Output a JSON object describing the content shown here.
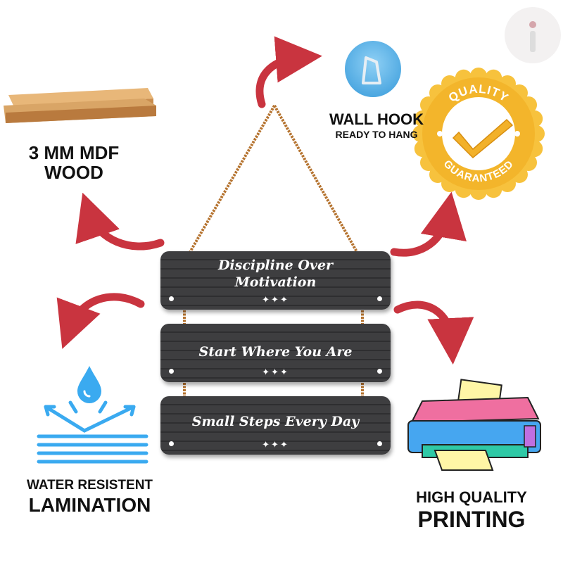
{
  "features": {
    "wood": {
      "line1": "3 MM MDF",
      "line2": "WOOD"
    },
    "hook": {
      "title": "WALL HOOK",
      "subtitle": "READY TO HANG"
    },
    "badge": {
      "top": "QUALITY",
      "bottom": "GUARANTEED"
    },
    "lamination": {
      "line1": "WATER RESISTENT",
      "line2": "LAMINATION"
    },
    "printing": {
      "line1": "HIGH QUALITY",
      "line2": "PRINTING"
    }
  },
  "boards": [
    {
      "quote": "Discipline Over Motivation"
    },
    {
      "quote": "Start Where You Are"
    },
    {
      "quote": "Small Steps Every Day"
    }
  ],
  "ornament": "✦✦✦",
  "colors": {
    "arrow": "#c9343f",
    "board": "#3a3a3c",
    "rope": "#b5732f",
    "badge": "#f5b82e",
    "hook": "#6ab8e8",
    "water": "#3aaaf0"
  }
}
